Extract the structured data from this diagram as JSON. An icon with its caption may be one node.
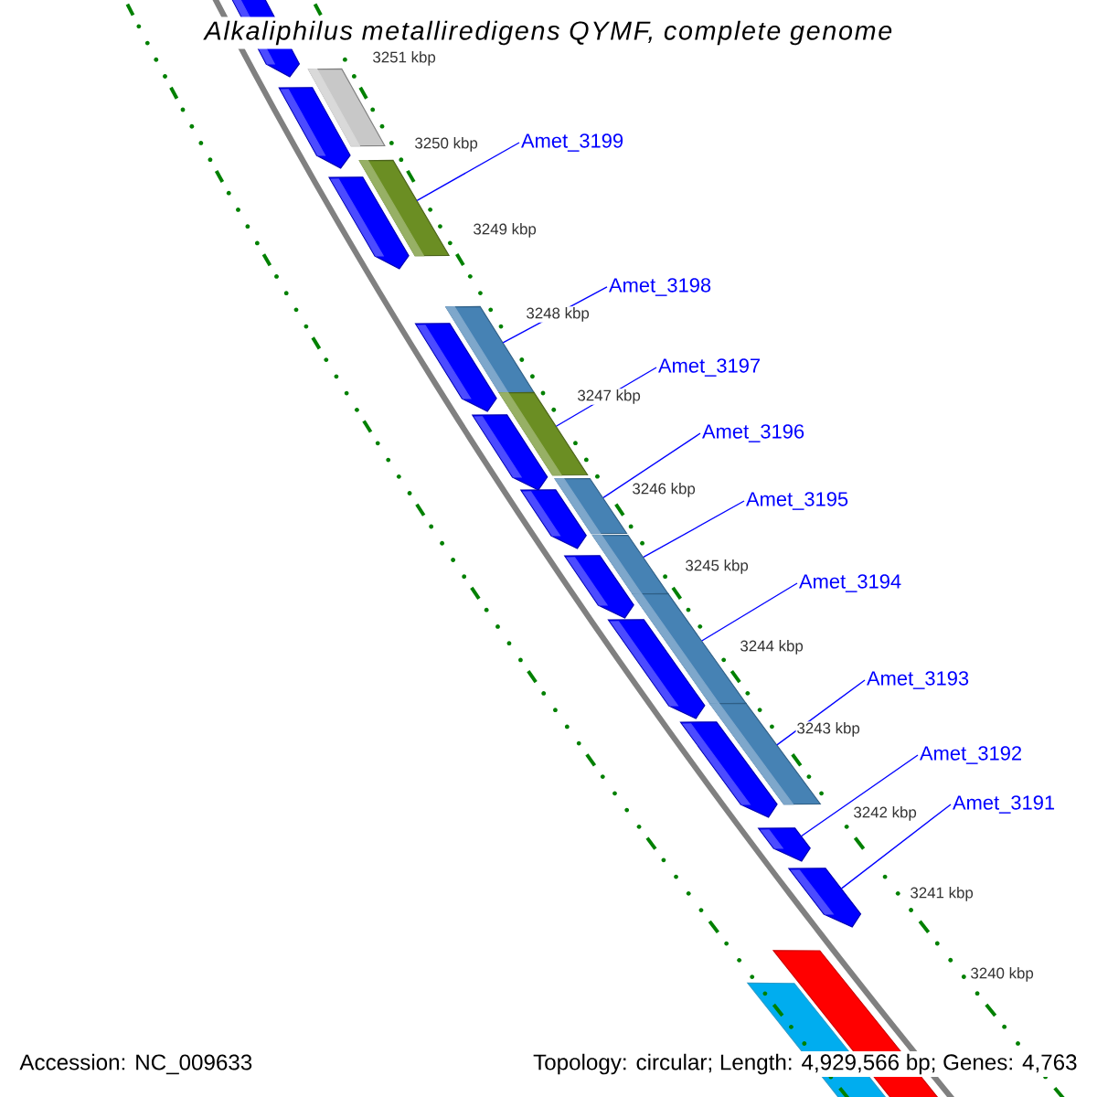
{
  "diagram": {
    "title": "Alkaliphilus metalliredigens QYMF, complete genome",
    "nodes": [
      {
        "text": [
          "Amet_3199"
        ]
      },
      {
        "text": [
          "Amet_3198"
        ]
      },
      {
        "text": [
          "Amet_3197"
        ]
      },
      {
        "text": [
          "Amet_3196"
        ]
      },
      {
        "text": [
          "Amet_3195"
        ]
      },
      {
        "text": [
          "Amet_3194"
        ]
      },
      {
        "text": [
          "Amet_3193"
        ]
      },
      {
        "text": [
          "Amet_3192"
        ]
      },
      {
        "text": [
          "Amet_3191"
        ]
      },
      {
        "text": [],
        "shape": "bar"
      },
      {
        "text": [],
        "shape": "bar"
      },
      {
        "text": [],
        "shape": "bar"
      },
      {
        "text": [],
        "shape": "bar"
      },
      {
        "text": [],
        "shape": "bar"
      },
      {
        "text": [],
        "shape": "bar"
      },
      {
        "text": [],
        "shape": "bar"
      },
      {
        "text": [],
        "shape": "bar"
      },
      {
        "text": [],
        "shape": "bar"
      }
    ],
    "edges": [
      {
        "from": 0,
        "to": 9,
        "arrow": "none"
      },
      {
        "from": 1,
        "to": 10,
        "arrow": "none"
      },
      {
        "from": 2,
        "to": 11,
        "arrow": "none"
      },
      {
        "from": 3,
        "to": 12,
        "arrow": "none"
      },
      {
        "from": 4,
        "to": 13,
        "arrow": "none"
      },
      {
        "from": 5,
        "to": 14,
        "arrow": "none"
      },
      {
        "from": 6,
        "to": 15,
        "arrow": "none"
      },
      {
        "from": 7,
        "to": 16,
        "arrow": "none"
      },
      {
        "from": 8,
        "to": 17,
        "arrow": "none"
      }
    ],
    "labels": [
      "3251 kbp",
      "3250 kbp",
      "3249 kbp",
      "3248 kbp",
      "3247 kbp",
      "3246 kbp",
      "3245 kbp",
      "3244 kbp",
      "3243 kbp",
      "3242 kbp",
      "3241 kbp",
      "3240 kbp",
      "Accession: NC_009633",
      "Topology: circular; Length: 4,929,566 bp; Genes: 4,763"
    ]
  }
}
